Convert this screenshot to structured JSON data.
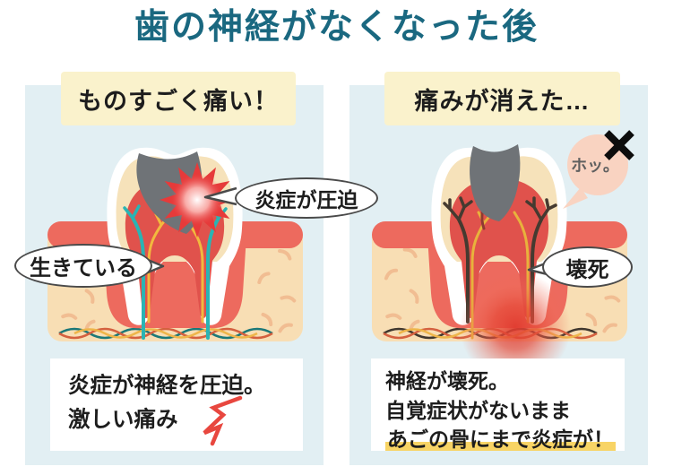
{
  "title": "歯の神経がなくなった後",
  "colors": {
    "title_text": "#1a6880",
    "panel_bg": "#e2eff3",
    "header_bg": "#faf2cc",
    "caption_bg": "#ffffff",
    "highlight_yellow": "#f8d465",
    "tooth_enamel": "#ffffff",
    "tooth_dentin": "#f6e2ba",
    "pulp_red": "#e0524c",
    "gum_salmon": "#ed6a5e",
    "jawbone_cream": "#f8deb4",
    "cavity_gray": "#6f7377",
    "nerve_alive_teal": "#2ab4b4",
    "vessel_yellow": "#f2b93e",
    "nerve_dead_brown": "#453a30",
    "inflammation_red": "#e63a3a",
    "relief_bubble_peach": "#f9d3c1",
    "pain_zigzag_red": "#e8473f"
  },
  "panels": [
    {
      "id": "nerve-alive",
      "header": "ものすごく痛い！",
      "bubbles": {
        "alive": "生きている",
        "inflammation": "炎症が圧迫"
      },
      "caption_lines": [
        "炎症が神経を圧迫。",
        "激しい痛み"
      ]
    },
    {
      "id": "nerve-dead",
      "header": "痛みが消えた…",
      "bubbles": {
        "relief": "ホッ。",
        "necrosis": "壊死"
      },
      "caption_lines": [
        "神経が壊死。",
        "自覚症状がないまま",
        "あごの骨にまで炎症が！"
      ]
    }
  ]
}
